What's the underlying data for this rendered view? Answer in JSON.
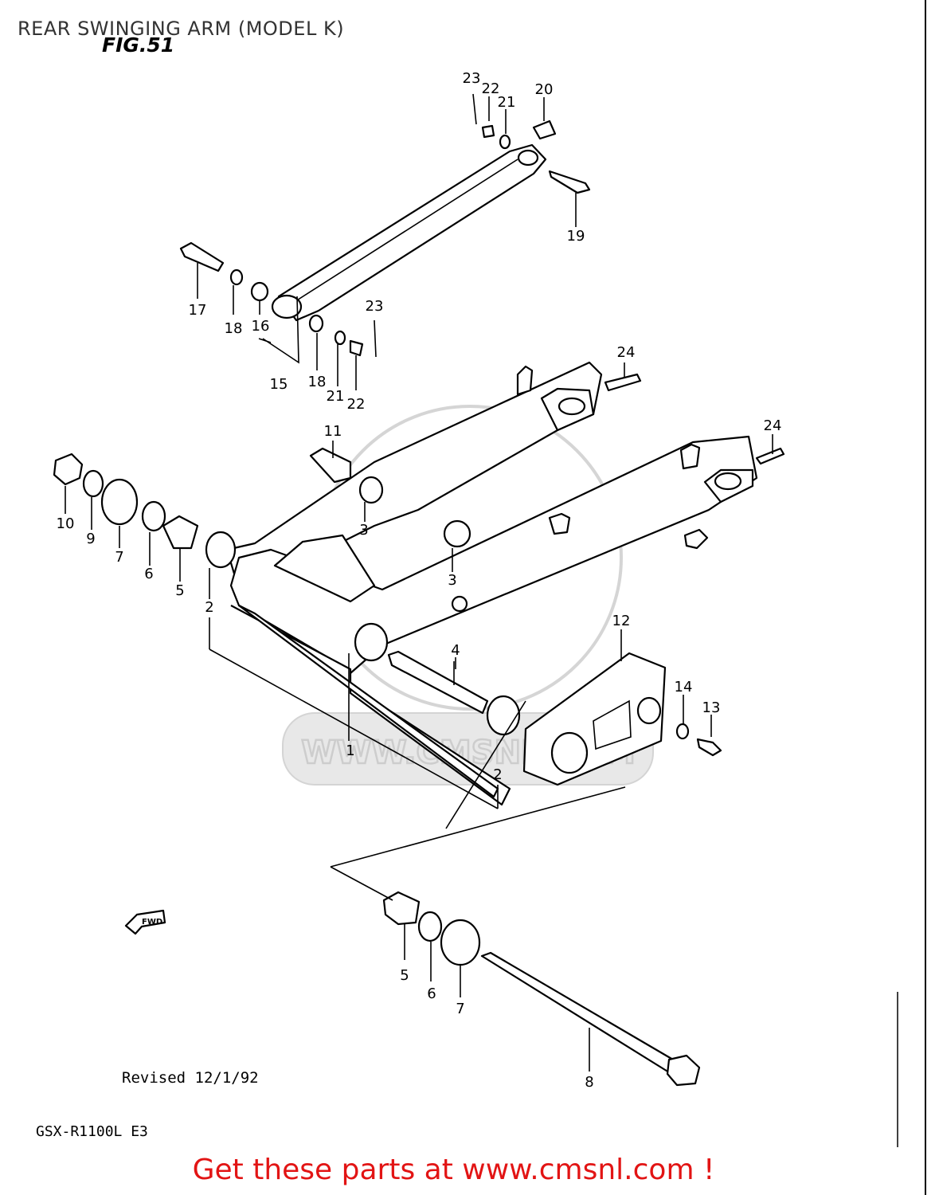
{
  "header": {
    "title": "REAR SWINGING ARM (MODEL K)",
    "figure": "FIG.51"
  },
  "diagram": {
    "callouts": [
      {
        "id": "c23a",
        "label": "23"
      },
      {
        "id": "c22a",
        "label": "22"
      },
      {
        "id": "c21a",
        "label": "21"
      },
      {
        "id": "c20",
        "label": "20"
      },
      {
        "id": "c19",
        "label": "19"
      },
      {
        "id": "c17",
        "label": "17"
      },
      {
        "id": "c18a",
        "label": "18"
      },
      {
        "id": "c16",
        "label": "16"
      },
      {
        "id": "c23b",
        "label": "23"
      },
      {
        "id": "c15",
        "label": "15"
      },
      {
        "id": "c18b",
        "label": "18"
      },
      {
        "id": "c21b",
        "label": "21"
      },
      {
        "id": "c22b",
        "label": "22"
      },
      {
        "id": "c24a",
        "label": "24"
      },
      {
        "id": "c24b",
        "label": "24"
      },
      {
        "id": "c11",
        "label": "11"
      },
      {
        "id": "c10",
        "label": "10"
      },
      {
        "id": "c9",
        "label": "9"
      },
      {
        "id": "c7a",
        "label": "7"
      },
      {
        "id": "c6a",
        "label": "6"
      },
      {
        "id": "c5a",
        "label": "5"
      },
      {
        "id": "c2a",
        "label": "2"
      },
      {
        "id": "c3a",
        "label": "3"
      },
      {
        "id": "c3b",
        "label": "3"
      },
      {
        "id": "c12",
        "label": "12"
      },
      {
        "id": "c4",
        "label": "4"
      },
      {
        "id": "c14",
        "label": "14"
      },
      {
        "id": "c13",
        "label": "13"
      },
      {
        "id": "c1",
        "label": "1"
      },
      {
        "id": "c2b",
        "label": "2"
      },
      {
        "id": "c5b",
        "label": "5"
      },
      {
        "id": "c6b",
        "label": "6"
      },
      {
        "id": "c7b",
        "label": "7"
      },
      {
        "id": "c8",
        "label": "8"
      }
    ],
    "fwd_label": "FWD",
    "watermark": "WWW.CMSNL.COM"
  },
  "footer_notes": {
    "revised": "Revised 12/1/92",
    "model": "GSX-R1100L E3"
  },
  "banner": {
    "text": "Get these parts at www.cmsnl.com !"
  }
}
